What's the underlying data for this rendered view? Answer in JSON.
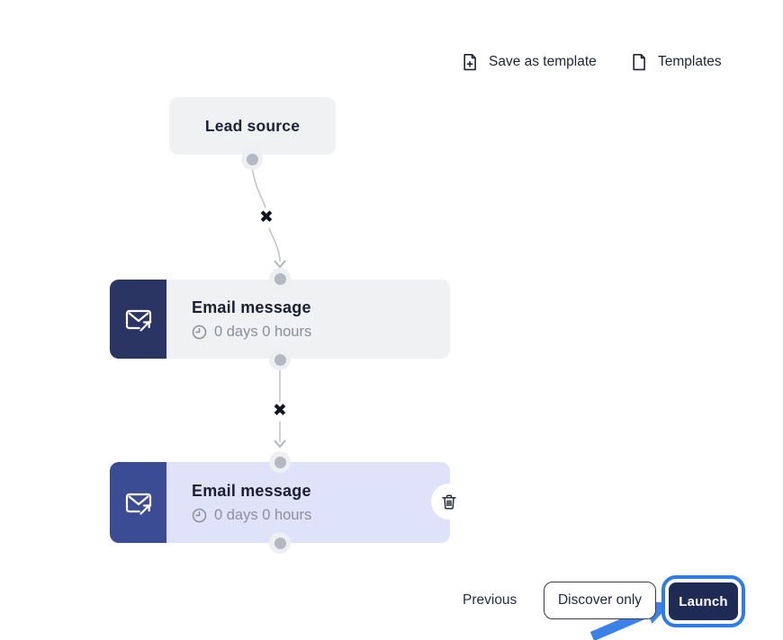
{
  "header": {
    "save_as_template_label": "Save as template",
    "templates_label": "Templates",
    "icons": {
      "save_as_template": "file-plus-icon",
      "templates": "file-icon"
    }
  },
  "flow": {
    "connector_x": "✖",
    "nodes": [
      {
        "type": "lead_source",
        "label": "Lead source"
      },
      {
        "type": "email",
        "title": "Email message",
        "delay": "0 days 0 hours",
        "icon": "email-send-icon",
        "delay_icon": "clock-icon",
        "tile_color": "#2a3564",
        "body_color": "#f0f1f3"
      },
      {
        "type": "email",
        "title": "Email message",
        "delay": "0 days 0 hours",
        "icon": "email-send-icon",
        "delay_icon": "clock-icon",
        "tile_color": "#3c4c94",
        "body_color": "#dfe3fa",
        "selected": true,
        "trash_icon": "trash-icon"
      }
    ]
  },
  "footer": {
    "previous_label": "Previous",
    "discover_only_label": "Discover only",
    "launch_label": "Launch"
  },
  "annotation": {
    "highlight_color": "#2e7ce8",
    "arrow_color": "#3b82e8",
    "target": "launch-button"
  },
  "colors": {
    "node_gray": "#f0f1f3",
    "node_selected": "#dfe3fa",
    "tile_navy": "#2a3564",
    "tile_blue": "#3c4c94",
    "title_text": "#1a2032",
    "muted_text": "#8b8f9a",
    "connector": "#c2c5cb",
    "port": "#b5b8c0",
    "launch_bg": "#1f2a55"
  }
}
